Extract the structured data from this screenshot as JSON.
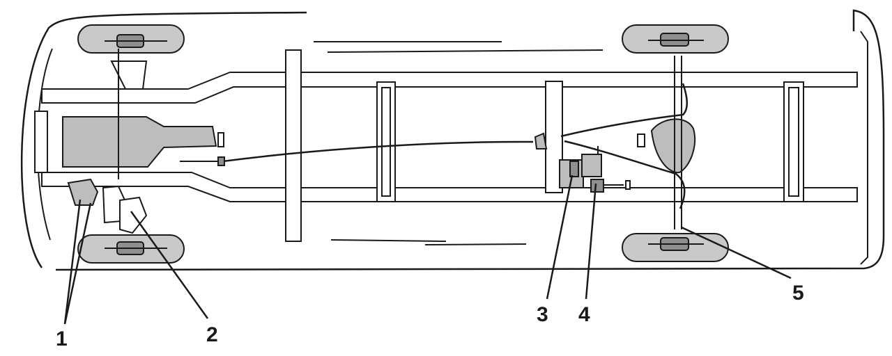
{
  "callouts": [
    {
      "id": "1",
      "label": "1"
    },
    {
      "id": "2",
      "label": "2"
    },
    {
      "id": "3",
      "label": "3"
    },
    {
      "id": "4",
      "label": "4"
    },
    {
      "id": "5",
      "label": "5"
    }
  ],
  "colors": {
    "line": "#1a1a1a",
    "fill_light": "#c9c9c9",
    "fill_mid": "#bdbdbd",
    "fill_dark": "#8f8f8f",
    "background": "#ffffff"
  }
}
